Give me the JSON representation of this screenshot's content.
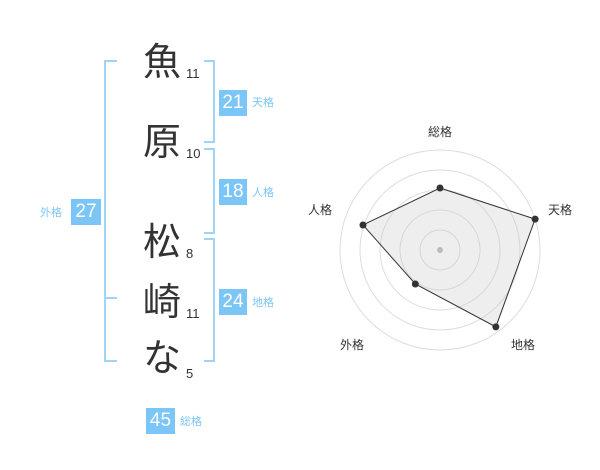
{
  "name": {
    "chars": [
      {
        "char": "魚",
        "strokes": "11"
      },
      {
        "char": "原",
        "strokes": "10"
      },
      {
        "char": "松",
        "strokes": "8"
      },
      {
        "char": "崎",
        "strokes": "11"
      },
      {
        "char": "な",
        "strokes": "5"
      }
    ]
  },
  "fortunes": {
    "tenkaku": {
      "value": "21",
      "label": "天格"
    },
    "jinkaku": {
      "value": "18",
      "label": "人格"
    },
    "chikaku": {
      "value": "24",
      "label": "地格"
    },
    "gaikaku": {
      "value": "27",
      "label": "外格"
    },
    "soukaku": {
      "value": "45",
      "label": "総格"
    }
  },
  "chart_data": {
    "type": "radar",
    "axes": [
      "総格",
      "天格",
      "地格",
      "外格",
      "人格"
    ],
    "values": [
      0.62,
      1.0,
      0.95,
      0.42,
      0.81
    ],
    "max": 1,
    "rings": 5
  },
  "colors": {
    "accent": "#7cc6f7",
    "bracket": "#9fd4f7",
    "text": "#333333"
  }
}
